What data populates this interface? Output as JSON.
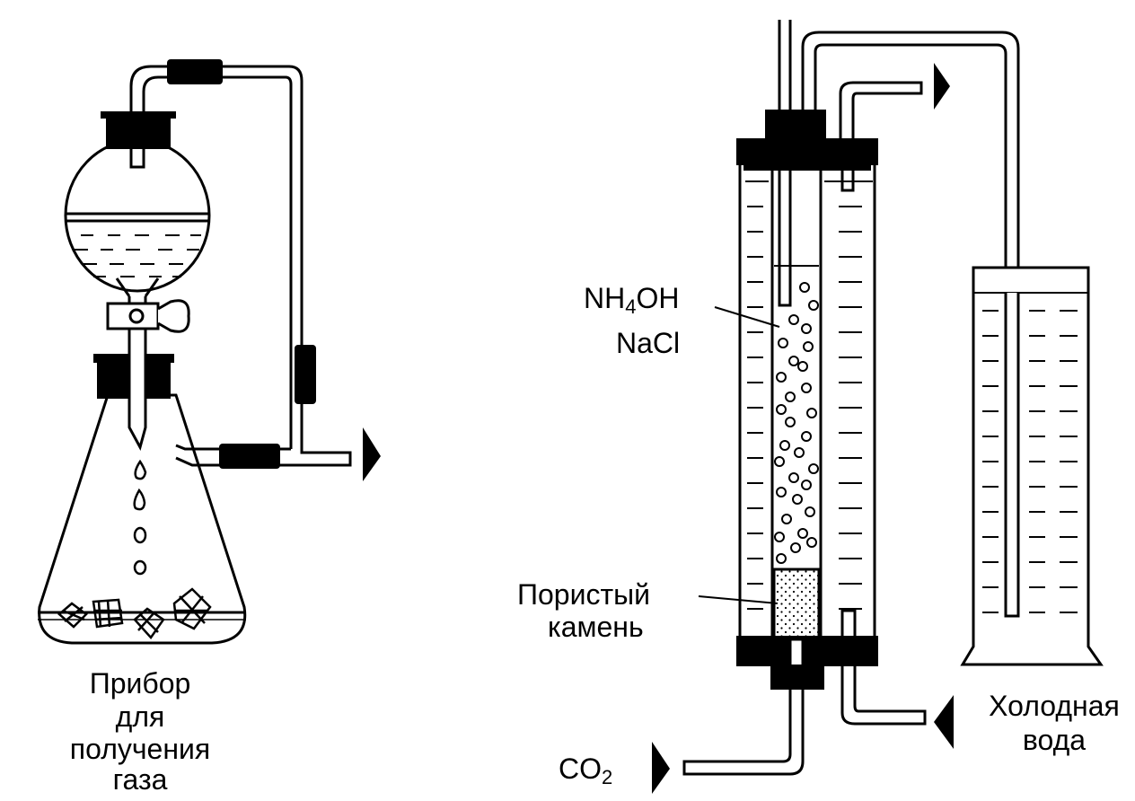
{
  "labels": {
    "apparatus_line1": "Прибор",
    "apparatus_line2": "для",
    "apparatus_line3": "получения",
    "apparatus_line4": "газа",
    "reagent_1_main": "NH",
    "reagent_1_sub": "4",
    "reagent_1_end": "OH",
    "reagent_2": "NaCl",
    "stone_line1": "Пористый",
    "stone_line2": "камень",
    "cold_water_line1": "Холодная",
    "cold_water_line2": "вода",
    "co2_main": "CO",
    "co2_sub": "2"
  },
  "colors": {
    "ink": "#000000",
    "paper": "#ffffff"
  }
}
